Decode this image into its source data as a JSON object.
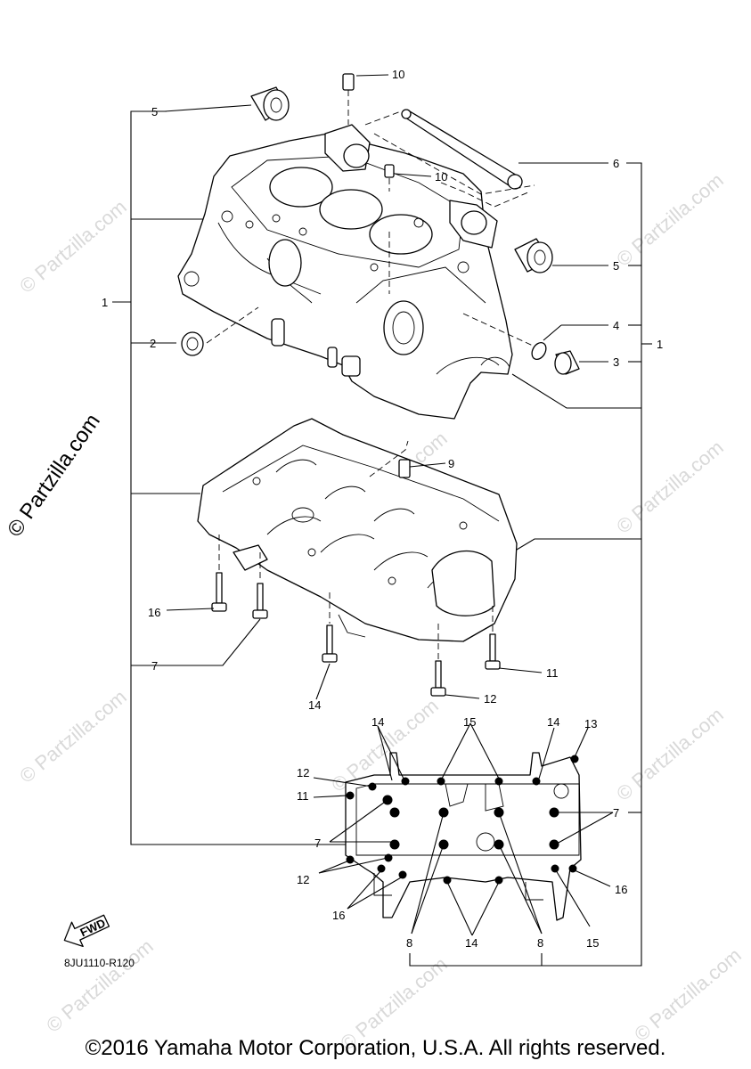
{
  "watermark": "© Partzilla.com",
  "diagram_code": "8JU1110-R120",
  "fwd_label": "FWD",
  "copyright": "©2016 Yamaha Motor Corporation, U.S.A. All rights reserved.",
  "callouts": {
    "c1_left": "1",
    "c1_right": "1",
    "c2": "2",
    "c3": "3",
    "c4": "4",
    "c5_top": "5",
    "c5_right": "5",
    "c6": "6",
    "c7_mid": "7",
    "c7_gasket_left": "7",
    "c7_gasket_right": "7",
    "c8_left": "8",
    "c8_right": "8",
    "c9": "9",
    "c10_top": "10",
    "c10_mid": "10",
    "c11": "11",
    "c11_gasket": "11",
    "c12": "12",
    "c12_gasket_top": "12",
    "c12_gasket_bottom": "12",
    "c13": "13",
    "c14_mid": "14",
    "c14_gasket_left": "14",
    "c14_gasket_right": "14",
    "c14_gasket_bottom": "14",
    "c15_top": "15",
    "c15_bottom": "15",
    "c16_left": "16",
    "c16_gasket_left": "16",
    "c16_gasket_right": "16"
  }
}
